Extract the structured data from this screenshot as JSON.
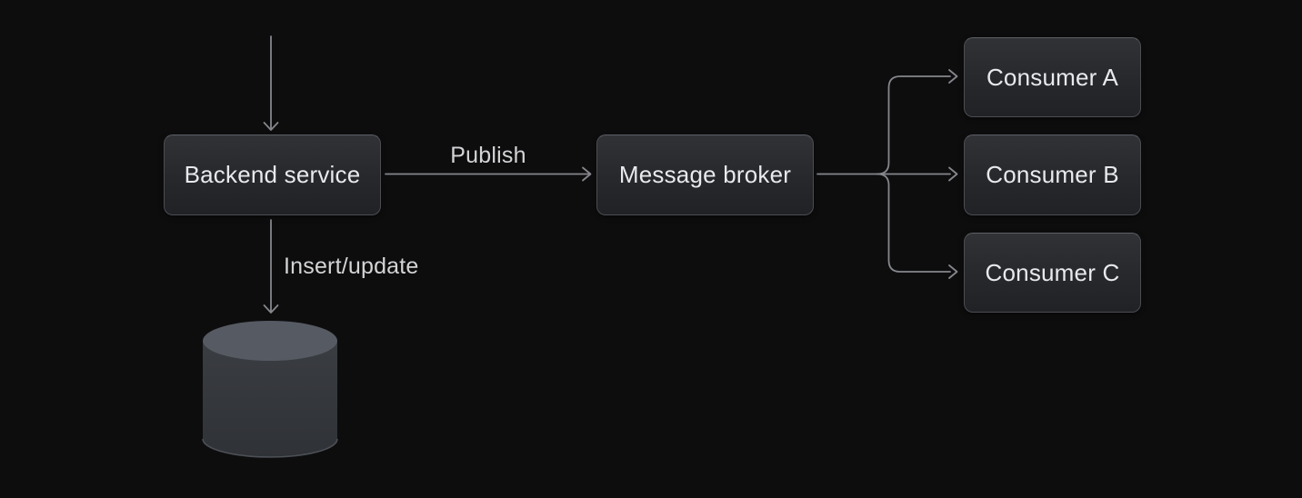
{
  "diagram": {
    "background_color": "#0d0d0e",
    "node_fill_top": "#303236",
    "node_fill_bottom": "#202226",
    "node_border_color": "#4b4d53",
    "node_text_color": "#e8e9eb",
    "arrow_color": "#85878c",
    "edge_label_color": "#d3d4d6",
    "cylinder_top_color": "#565a62",
    "cylinder_body_color": "#34373c",
    "nodes": [
      {
        "id": "backend-service",
        "label": "Backend service",
        "shape": "rect"
      },
      {
        "id": "message-broker",
        "label": "Message broker",
        "shape": "rect"
      },
      {
        "id": "consumer-a",
        "label": "Consumer A",
        "shape": "rect"
      },
      {
        "id": "consumer-b",
        "label": "Consumer B",
        "shape": "rect"
      },
      {
        "id": "consumer-c",
        "label": "Consumer C",
        "shape": "rect"
      },
      {
        "id": "database",
        "label": "",
        "shape": "cylinder"
      }
    ],
    "edges": [
      {
        "from": "offscreen-top",
        "to": "backend-service",
        "label": ""
      },
      {
        "from": "backend-service",
        "to": "message-broker",
        "label": "Publish"
      },
      {
        "from": "backend-service",
        "to": "database",
        "label": "Insert/update"
      },
      {
        "from": "message-broker",
        "to": "consumer-a",
        "label": ""
      },
      {
        "from": "message-broker",
        "to": "consumer-b",
        "label": ""
      },
      {
        "from": "message-broker",
        "to": "consumer-c",
        "label": ""
      }
    ]
  }
}
